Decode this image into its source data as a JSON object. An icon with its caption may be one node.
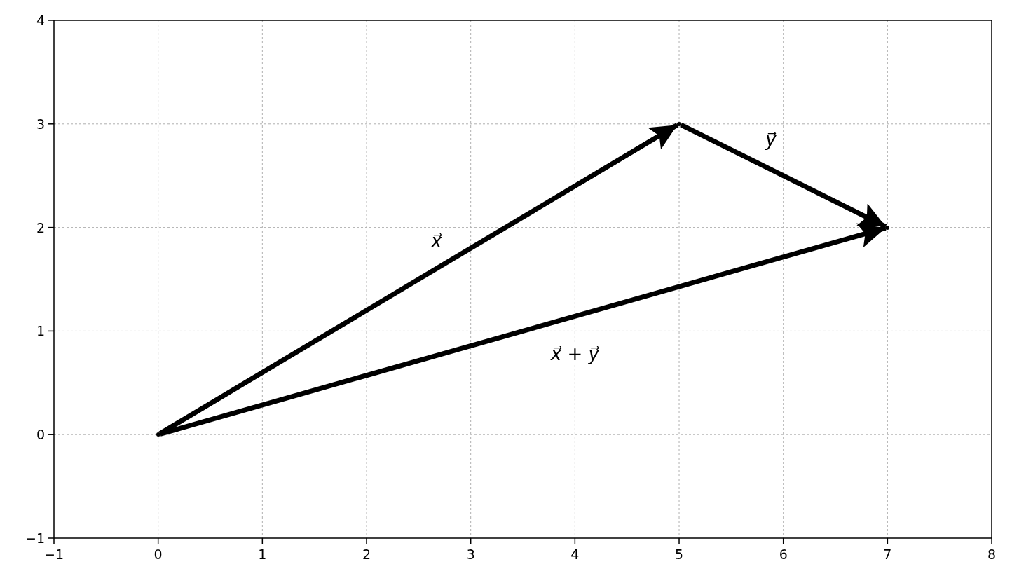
{
  "diagram": {
    "nodes": [
      {
        "text": [],
        "shape": "point"
      },
      {
        "text": [],
        "shape": "point"
      },
      {
        "text": [],
        "shape": "point"
      }
    ],
    "edges": [
      {
        "from": 0,
        "to": 1,
        "arrow": "to",
        "label": "x⃗"
      },
      {
        "from": 1,
        "to": 2,
        "arrow": "to",
        "label": "y⃗"
      },
      {
        "from": 0,
        "to": 2,
        "arrow": "to",
        "label": "x⃗ + y⃗"
      }
    ],
    "labels": [
      "−1",
      "0",
      "1",
      "2",
      "3",
      "4",
      "5",
      "6",
      "7",
      "8",
      "−1",
      "0",
      "1",
      "2",
      "3",
      "4"
    ]
  }
}
